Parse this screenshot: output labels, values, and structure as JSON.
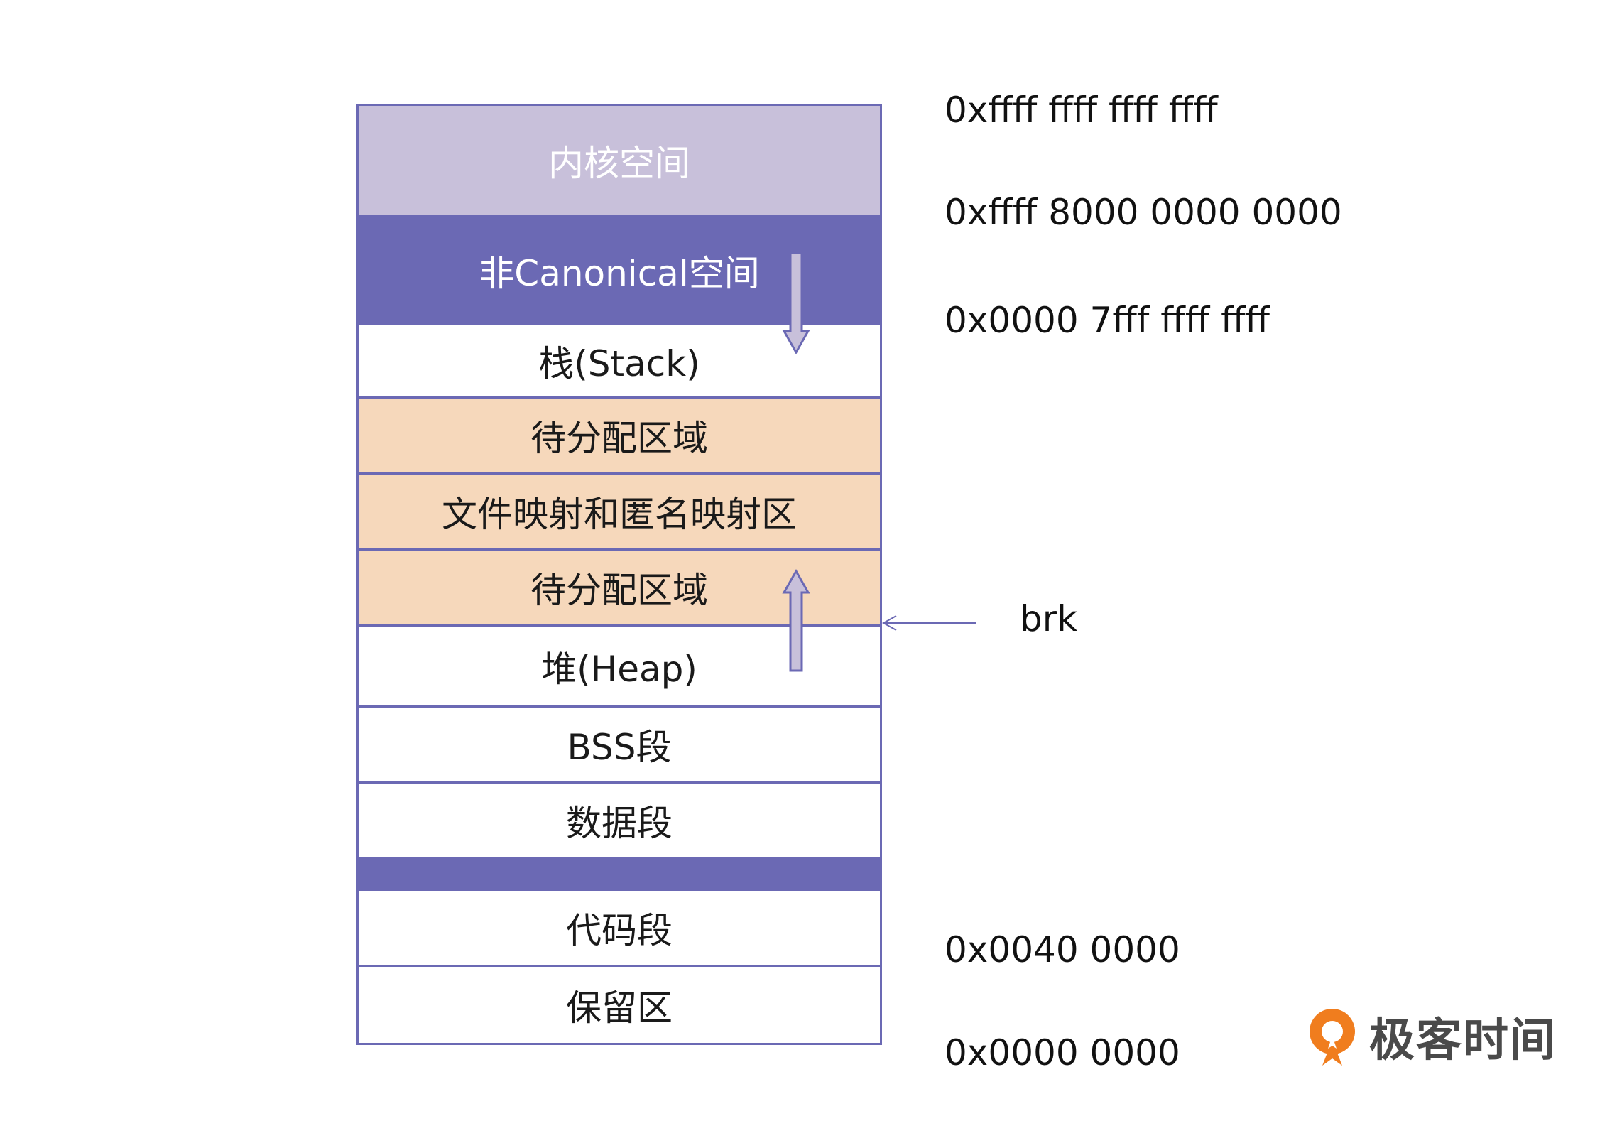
{
  "segments": [
    {
      "key": "kernel",
      "label": "内核空间",
      "height": 157
    },
    {
      "key": "noncanon",
      "label": "非Canonical空间",
      "height": 152
    },
    {
      "key": "stack",
      "label": "栈(Stack)",
      "height": 103
    },
    {
      "key": "unalloc1",
      "label": "待分配区域",
      "height": 107
    },
    {
      "key": "mmap",
      "label": "文件映射和匿名映射区",
      "height": 107
    },
    {
      "key": "unalloc2",
      "label": "待分配区域",
      "height": 107
    },
    {
      "key": "heap",
      "label": "堆(Heap)",
      "height": 114
    },
    {
      "key": "bss",
      "label": "BSS段",
      "height": 107
    },
    {
      "key": "data",
      "label": "数据段",
      "height": 107
    },
    {
      "key": "text",
      "label": "代码段",
      "height": 107
    },
    {
      "key": "reserved",
      "label": "保留区",
      "height": 107
    }
  ],
  "addresses": {
    "a1": "0xffff ffff ffff ffff",
    "a2": "0xffff 8000 0000 0000",
    "a3": "0x0000 7fff ffff ffff",
    "a4": "0x0040 0000",
    "a5": "0x0000 0000"
  },
  "brk_label": "brk",
  "logo_text": "极客时间",
  "colors": {
    "border": "#6b69b4",
    "kernel": "#c8c0da",
    "noncanonical": "#6b69b4",
    "peach": "#f6d8bb",
    "arrow_fill": "#c8c0da",
    "logo_orange": "#f07d1e"
  }
}
